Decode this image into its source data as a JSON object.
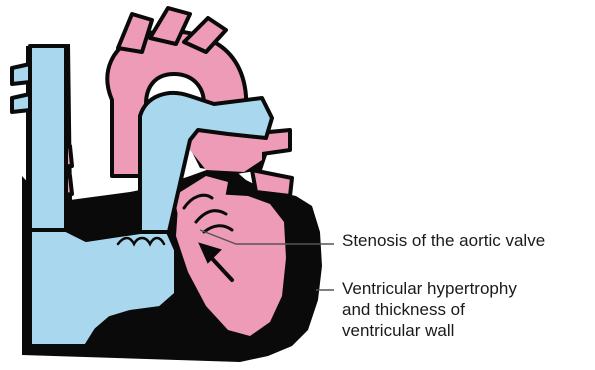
{
  "colors": {
    "oxygenated": "#ee9bb7",
    "deoxygenated": "#a9d7ee",
    "outline": "#0a0a0a",
    "leader_line": "#555555"
  },
  "labels": {
    "stenosis": "Stenosis of the aortic valve",
    "hypertrophy_lines": [
      "Ventricular hypertrophy",
      "and thickness of",
      "ventricular wall"
    ]
  }
}
